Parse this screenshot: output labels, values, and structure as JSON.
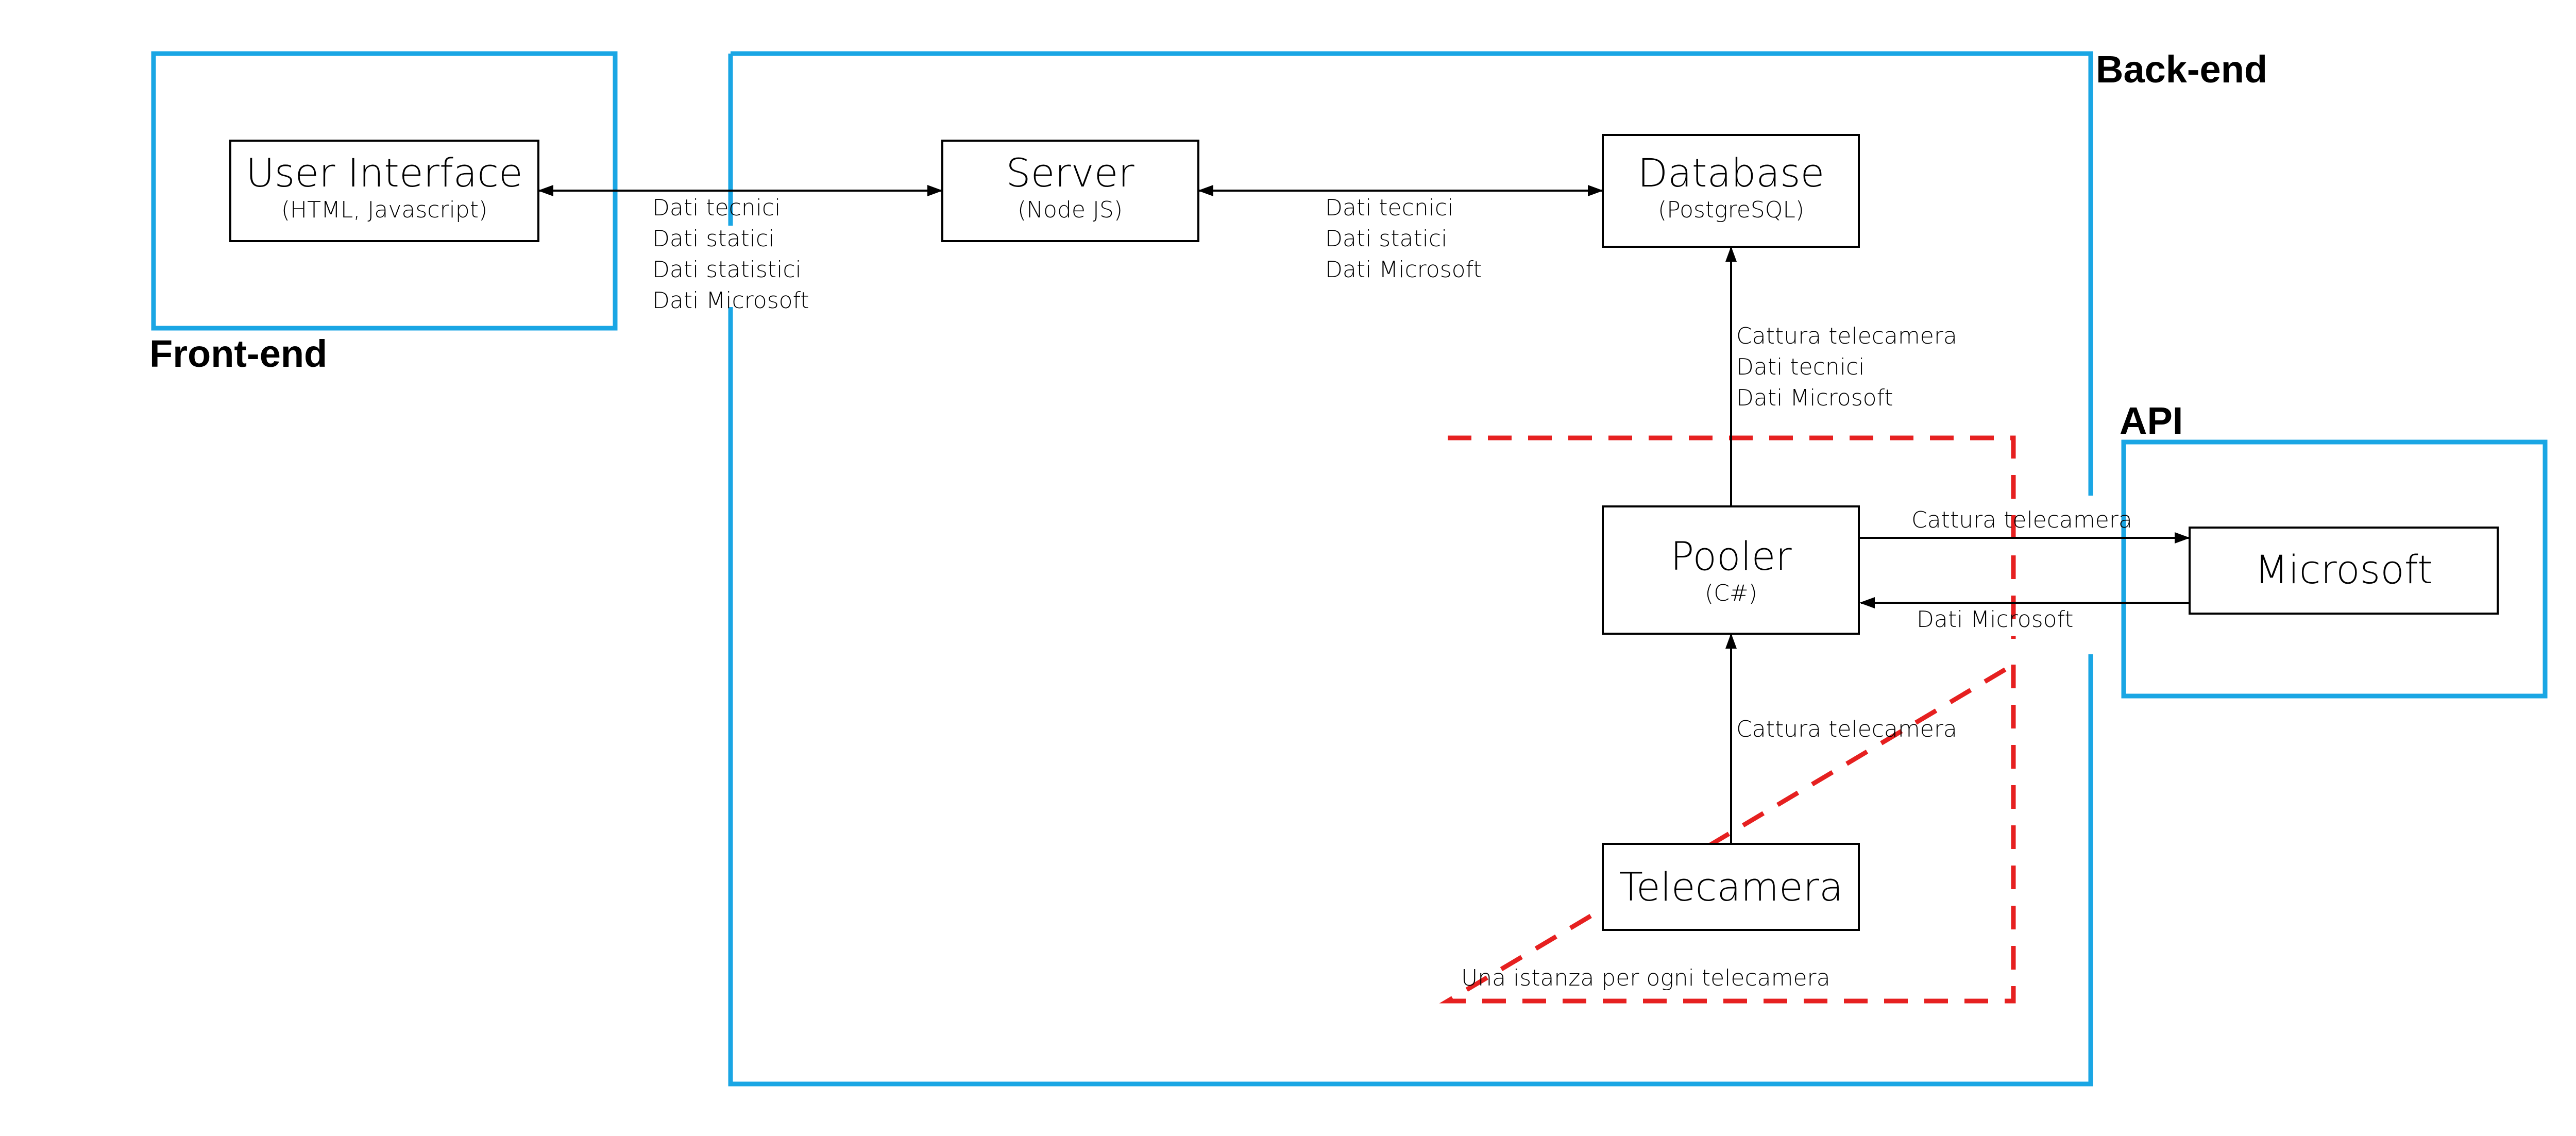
{
  "colors": {
    "group_border": "#1aa6e4",
    "instance_border": "#e62020",
    "node_border": "#000000",
    "arrow": "#000000",
    "background": "#ffffff"
  },
  "groups": {
    "frontend": {
      "label": "Front-end"
    },
    "backend": {
      "label": "Back-end"
    },
    "api": {
      "label": "API"
    }
  },
  "instance_region": {
    "label": "Una istanza per ogni telecamera"
  },
  "nodes": {
    "user_interface": {
      "title": "User Interface",
      "subtitle": "(HTML, Javascript)"
    },
    "server": {
      "title": "Server",
      "subtitle": "(Node JS)"
    },
    "database": {
      "title": "Database",
      "subtitle": "(PostgreSQL)"
    },
    "pooler": {
      "title": "Pooler",
      "subtitle": "(C#)"
    },
    "microsoft": {
      "title": "Microsoft"
    },
    "telecamera": {
      "title": "Telecamera"
    }
  },
  "edges": {
    "ui_server": {
      "lines": [
        "Dati tecnici",
        "Dati statici",
        "Dati statistici",
        "Dati Microsoft"
      ]
    },
    "server_database": {
      "lines": [
        "Dati tecnici",
        "Dati statici",
        "Dati Microsoft"
      ]
    },
    "pooler_database": {
      "lines": [
        "Cattura telecamera",
        "Dati tecnici",
        "Dati Microsoft"
      ]
    },
    "pooler_microsoft": {
      "lines": [
        "Cattura telecamera"
      ]
    },
    "microsoft_pooler": {
      "lines": [
        "Dati Microsoft"
      ]
    },
    "telecamera_pooler": {
      "lines": [
        "Cattura telecamera"
      ]
    }
  }
}
